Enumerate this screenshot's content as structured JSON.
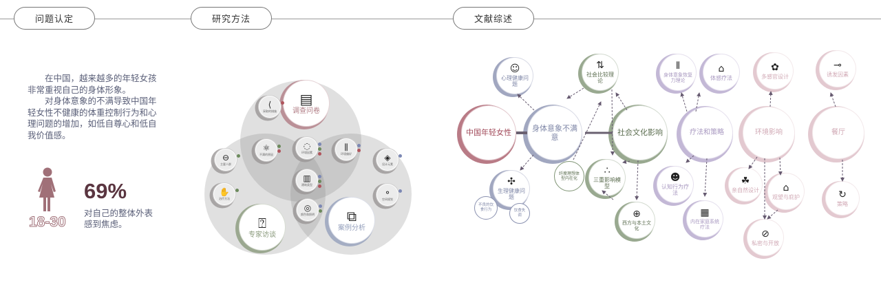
{
  "header": {
    "steps": [
      "问题认定",
      "研究方法",
      "文献综述"
    ]
  },
  "problem": {
    "paragraphs": [
      "在中国，越来越多的年轻女孩非常重视自己的身体形象。",
      "对身体意象的不满导致中国年轻女性不健康的体重控制行为和心理问题的增加，如低自尊心和低自我价值感。"
    ],
    "age_range": "18-30",
    "percent": "69%",
    "caption": "对自己的整体外表感到焦虑。",
    "icon": "woman-icon"
  },
  "methods": {
    "main": [
      {
        "label": "调查问卷",
        "icon": "document-icon",
        "color": "#b07c84"
      },
      {
        "label": "专家访谈",
        "icon": "chat-question-icon",
        "color": "#8a9a7c"
      },
      {
        "label": "案例分析",
        "icon": "squares-icon",
        "color": "#95a0bc"
      }
    ],
    "sub": [
      {
        "label": "采取的措施",
        "icon": "branch-icon"
      },
      {
        "label": "不满的原因",
        "icon": "atom-icon"
      },
      {
        "label": "环境因素",
        "icon": "dots-circle-icon"
      },
      {
        "label": "环境偏好",
        "icon": "sliders-icon"
      },
      {
        "label": "主要人群",
        "icon": "person-icon"
      },
      {
        "label": "治疗方法",
        "icon": "hand-icon"
      },
      {
        "label": "建筑类型",
        "icon": "building-icon"
      },
      {
        "label": "颜色和照明",
        "icon": "rings-icon"
      },
      {
        "label": "设计元素",
        "icon": "layers-icon"
      },
      {
        "label": "空间规划",
        "icon": "network-icon"
      }
    ],
    "dot_colors": {
      "blue": "#7c88b4",
      "green": "#6c8a5c",
      "red": "#b0545c"
    }
  },
  "review": {
    "colors": {
      "red": "#a85a68",
      "blue": "#8a91b0",
      "green": "#7f9474",
      "purple": "#b4a6cc",
      "pink": "#dcbcc4"
    },
    "nodes": [
      "中国年轻女性",
      "身体意象不满意",
      "心理健康问题",
      "生理健康问题",
      "不良的饮食行为",
      "饮食失调",
      "社会比较理论",
      "社会文化影响",
      "三重影响模型",
      "纤瘦理想体型内在化",
      "西方与本土文化",
      "疗法和策略",
      "身体意象恢复力理论",
      "体感疗法",
      "认知行为疗法",
      "内在家庭系统疗法",
      "环境影响",
      "多感官设计",
      "亲自然设计",
      "观望与庇护",
      "私密与开放",
      "餐厅",
      "诱发因素",
      "策略"
    ]
  }
}
